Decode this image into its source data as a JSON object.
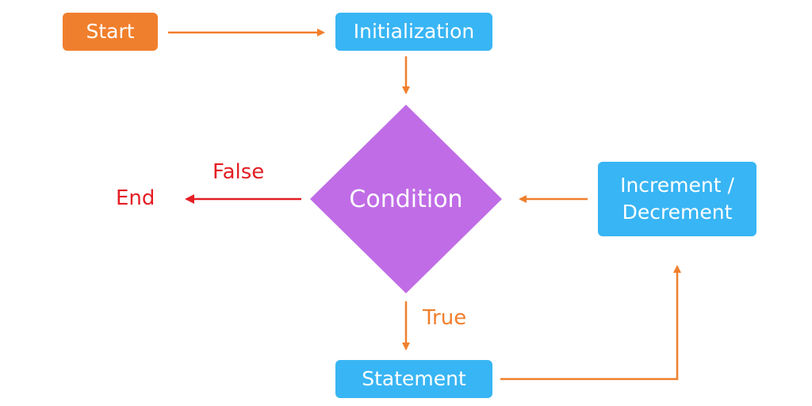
{
  "colors": {
    "start_fill": "#F07F2D",
    "process_fill": "#38B5F4",
    "decision_fill": "#C06CE6",
    "arrow": "#F07F2D",
    "false_path": "#E31E24",
    "node_text": "#FFFFFF"
  },
  "nodes": {
    "start": "Start",
    "initialization": "Initialization",
    "condition": "Condition",
    "statement": "Statement",
    "increment": "Increment / Decrement",
    "end": "End"
  },
  "edge_labels": {
    "false": "False",
    "true": "True"
  }
}
